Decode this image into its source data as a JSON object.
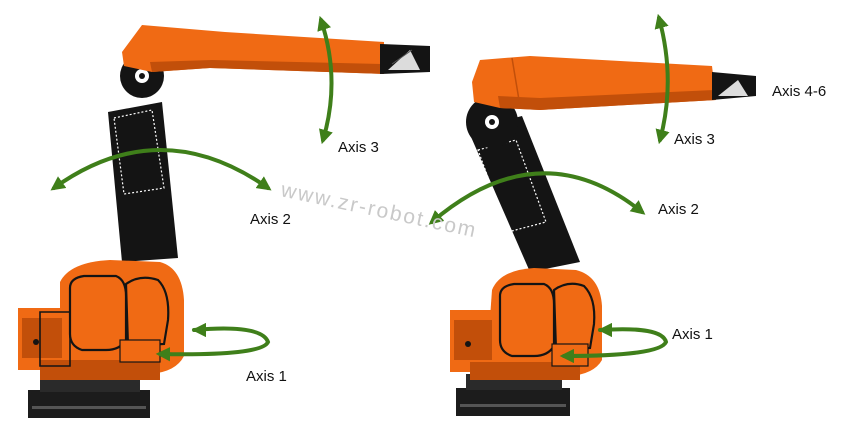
{
  "colors": {
    "robot_orange": "#f06a14",
    "orange_shadow": "#c24f0a",
    "robot_black": "#141414",
    "base_dark": "#1c1c1c",
    "arrow_green": "#3f7f1a",
    "watermark": "#c9c9c9"
  },
  "watermark": {
    "text": "www.zr-robot.com"
  },
  "left_robot": {
    "labels": {
      "axis1": "Axis 1",
      "axis2": "Axis 2",
      "axis3": "Axis 3"
    }
  },
  "right_robot": {
    "labels": {
      "axis1": "Axis 1",
      "axis2": "Axis 2",
      "axis3": "Axis 3",
      "axis46": "Axis 4-6"
    }
  }
}
